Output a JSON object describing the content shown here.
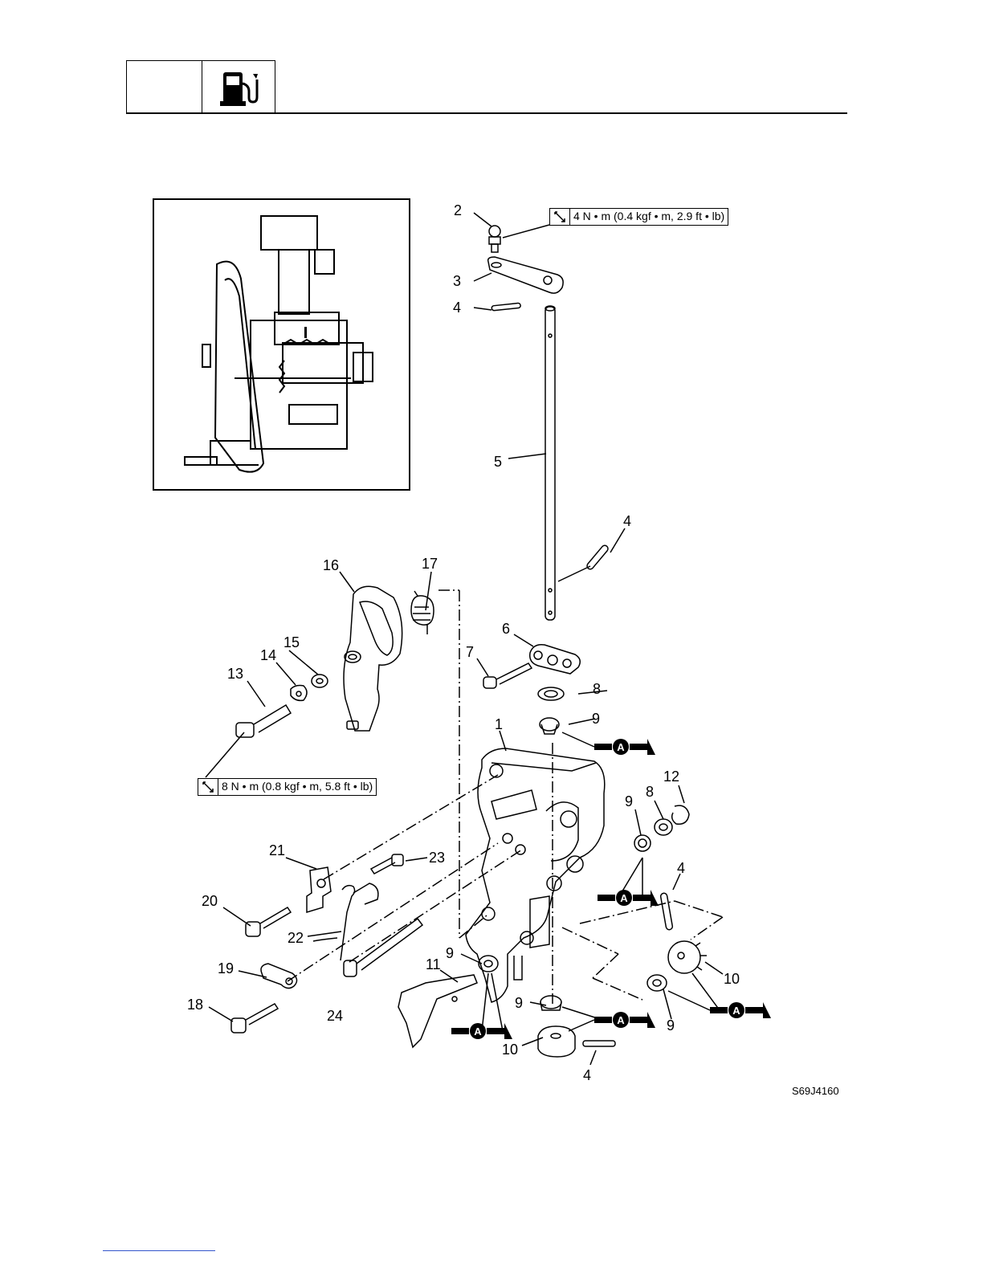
{
  "header": {
    "icon": "fuel-pump-icon"
  },
  "inset": {
    "icon": "assembled-shift-mechanism-illustration"
  },
  "torque_specs": [
    {
      "text": "4 N • m (0.4 kgf • m, 2.9 ft • lb)"
    },
    {
      "text": "8 N • m (0.8 kgf • m, 5.8 ft • lb)"
    }
  ],
  "part_labels": [
    "2",
    "3",
    "4",
    "5",
    "4",
    "16",
    "17",
    "6",
    "7",
    "15",
    "14",
    "13",
    "8",
    "9",
    "1",
    "12",
    "9",
    "8",
    "21",
    "23",
    "4",
    "20",
    "22",
    "9",
    "11",
    "10",
    "19",
    "9",
    "18",
    "24",
    "9",
    "10",
    "4"
  ],
  "lube_marker": "A",
  "figure_code": "S69J4160"
}
